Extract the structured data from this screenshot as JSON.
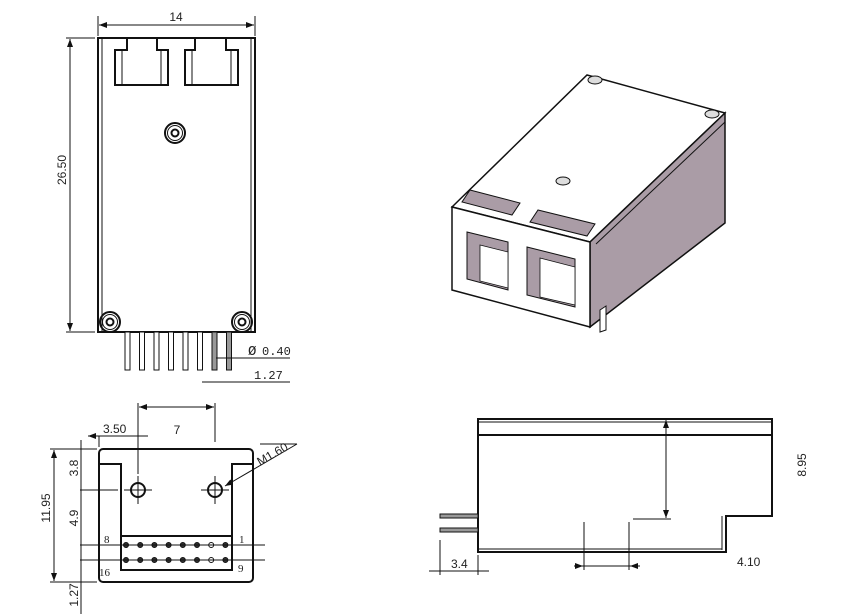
{
  "top_view": {
    "width_label": "14",
    "height_label": "26.50",
    "pin_diameter_label": "0.40",
    "diameter_symbol": "Ø",
    "pin_pitch_label": "1.27"
  },
  "front_view": {
    "hole_offset_label": "3.50",
    "hole_spacing_label": "7",
    "thread_label": "M1.60",
    "height_label": "11.95",
    "top_to_hole_label": "3.8",
    "hole_to_pins_label": "4.9",
    "row_pitch_label": "1.27",
    "pin_labels": [
      "8",
      "1",
      "16",
      "9"
    ]
  },
  "side_view": {
    "height_label": "8.95",
    "step_label": "4.10",
    "pin_length_label": "3.4"
  },
  "colors": {
    "side_face": "#aa9ca6",
    "line": "#111111"
  }
}
